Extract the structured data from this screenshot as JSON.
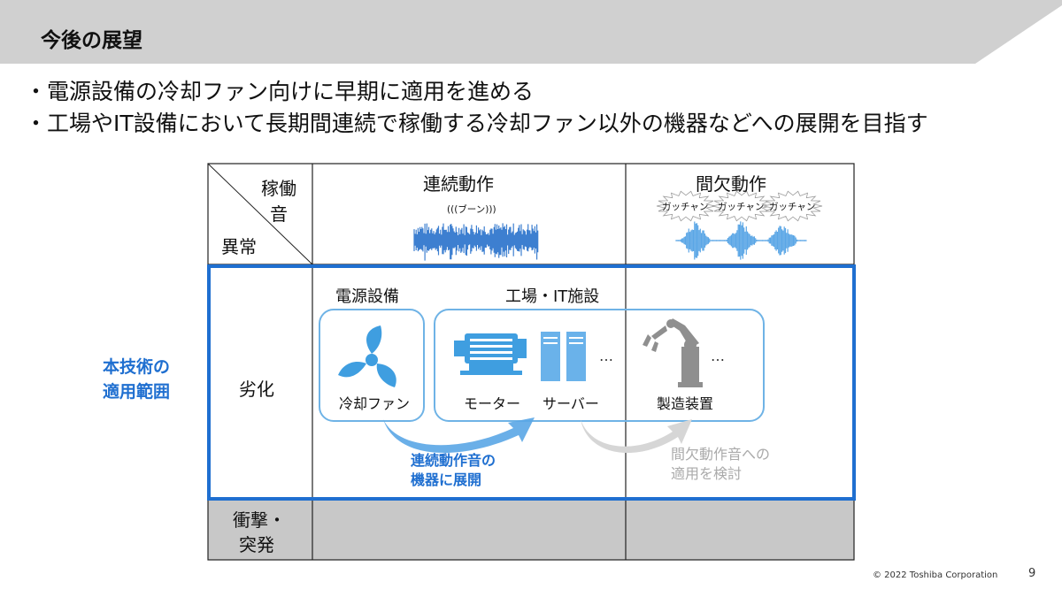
{
  "page": {
    "title": "今後の展望",
    "bullets": [
      "・電源設備の冷却ファン向けに早期に適用を進める",
      "・工場やIT設備において長期間連続で稼働する冷却ファン以外の機器などへの展開を目指す"
    ]
  },
  "table": {
    "corner_top": "稼働",
    "corner_top2": "音",
    "corner_bottom": "異常",
    "col_continuous": "連続動作",
    "continuous_sound": "(((ブーン)))",
    "col_intermittent": "間欠動作",
    "intermittent_sounds": [
      "ガッチャン",
      "ガッチャン",
      "ガッチャン"
    ],
    "row_degradation": "劣化",
    "row_impact_1": "衝撃・",
    "row_impact_2": "突発"
  },
  "scope": {
    "label_line1": "本技術の",
    "label_line2": "適用範囲",
    "color": "#1f6fd0"
  },
  "content": {
    "power_equipment": "電源設備",
    "factory_it": "工場・IT施設",
    "cooling_fan": "冷却ファン",
    "motor": "モーター",
    "server": "サーバー",
    "manufacturing": "製造装置",
    "ellipsis": "…",
    "expand_line1": "連続動作音の",
    "expand_line2": "機器に展開",
    "consider_line1": "間欠動作音への",
    "consider_line2": "適用を検討"
  },
  "footer": {
    "copyright": "© 2022 Toshiba Corporation",
    "page_number": "9"
  }
}
